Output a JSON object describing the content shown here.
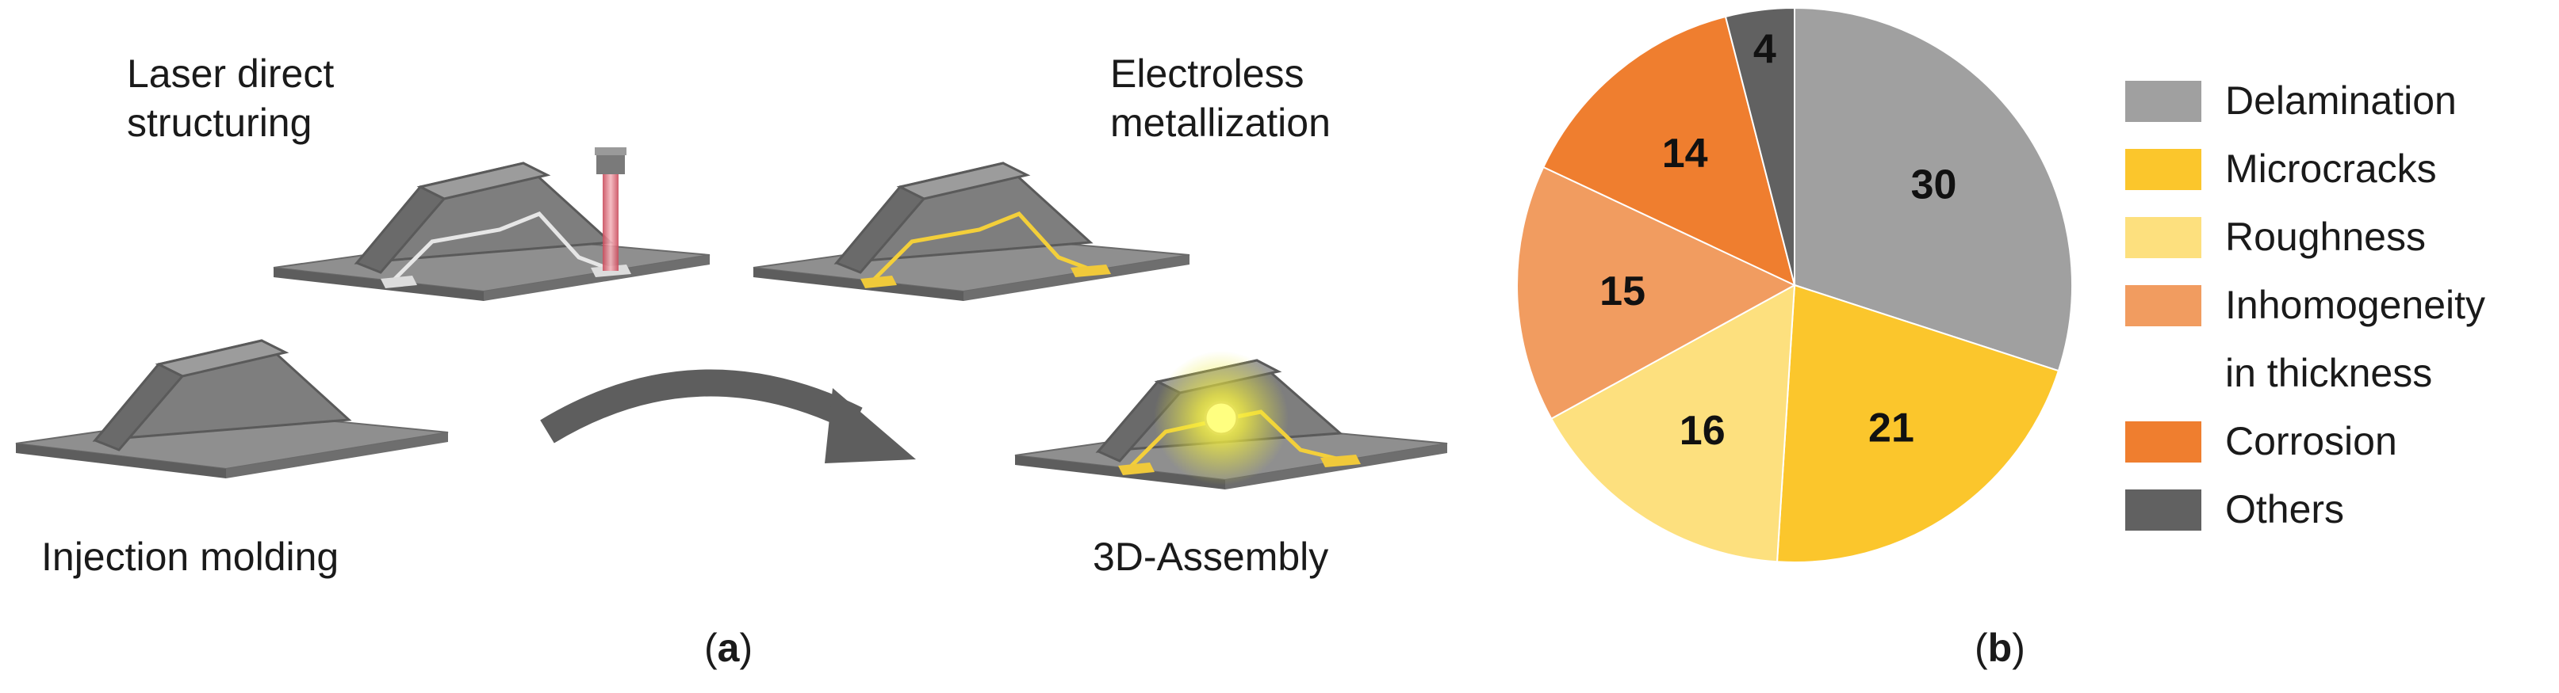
{
  "panel_a": {
    "step_laser": "Laser direct\nstructuring",
    "step_electroless": "Electroless\nmetallization",
    "step_injection": "Injection molding",
    "step_assembly": "3D-Assembly",
    "caption": "a"
  },
  "panel_b": {
    "caption": "b"
  },
  "chart_data": {
    "type": "pie",
    "slices": [
      {
        "label": "Delamination",
        "value": 30,
        "color": "#a0a0a0"
      },
      {
        "label": "Microcracks",
        "value": 21,
        "color": "#fbc62c"
      },
      {
        "label": "Roughness",
        "value": 16,
        "color": "#fde07e"
      },
      {
        "label": "Inhomogeneity\nin thickness",
        "value": 15,
        "color": "#f19c60"
      },
      {
        "label": "Corrosion",
        "value": 14,
        "color": "#ef7e2f"
      },
      {
        "label": "Others",
        "value": 4,
        "color": "#616161"
      }
    ],
    "legend_position": "right"
  }
}
